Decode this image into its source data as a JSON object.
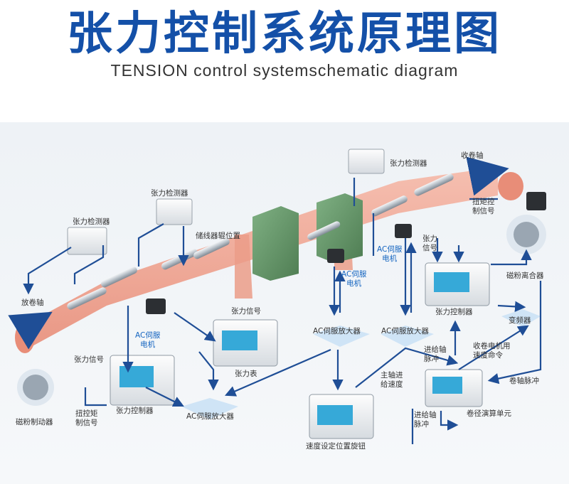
{
  "header": {
    "title": "张力控制系统原理图",
    "subtitle": "TENSION control systemschematic diagram"
  },
  "labels": {
    "sensor_left": "张力检测器",
    "sensor_mid": "张力检测器",
    "sensor_right": "张力检测器",
    "unwind_shaft": "放卷轴",
    "accumulator_roller": "储线器辊位置",
    "rewind_shaft": "收卷轴",
    "torque_signal_right": "扭矩控\n制信号",
    "tension_signal_right": "张力\n信号",
    "tension_signal_mid": "张力信号",
    "tension_signal_left": "张力信号",
    "ac_servo_motor_1": "AC伺服\n电机",
    "ac_servo_motor_2": "AC伺服\n电机",
    "ac_servo_motor_3": "AC伺服\n电机",
    "powder_clutch": "磁粉离合器",
    "tension_controller_right": "张力控制器",
    "ac_amp_1": "AC伺服放大器",
    "ac_amp_2": "AC伺服放大器",
    "ac_amp_3": "AC伺服放大器",
    "inverter": "变频器",
    "tension_meter": "张力表",
    "feed_pulse_top": "进给轴\n脉冲",
    "rewind_speed_cmd": "收卷电机用\n速度命令",
    "main_feed_speed": "主轴进\n给速度",
    "rewind_pulse": "卷轴脉冲",
    "tension_controller_left": "张力控制器",
    "brake": "磁粉制动器",
    "torque_signal_left": "扭控矩\n制信号",
    "speed_knob": "速度设定位置旋钮",
    "feed_pulse_bottom": "进给轴\n脉冲",
    "diameter_unit": "卷径演算单元"
  },
  "colors": {
    "title": "#1450a8",
    "arrow": "#1f4e96",
    "film": "#f0a28e",
    "accumulator": "#5f8f62"
  }
}
